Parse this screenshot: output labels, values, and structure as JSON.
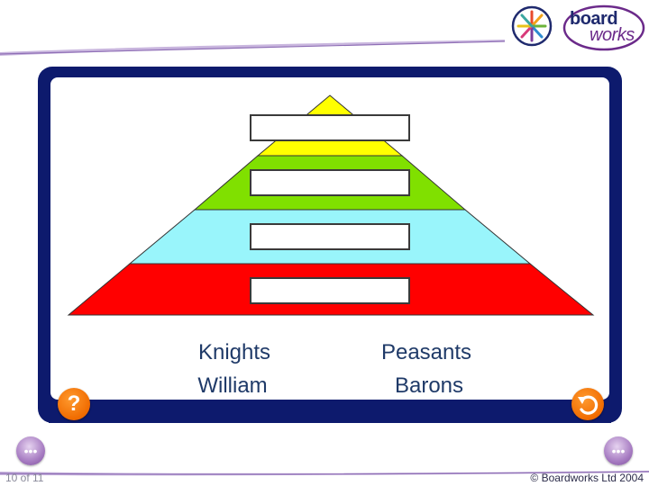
{
  "header": {
    "logo_text_1": "board",
    "logo_text_2": "works"
  },
  "activity": {
    "pyramid_levels": [
      {
        "level": "top",
        "color": "#ffff00"
      },
      {
        "level": "second",
        "color": "#80e000"
      },
      {
        "level": "third",
        "color": "#99f5fb"
      },
      {
        "level": "bottom",
        "color": "#ff0000"
      }
    ],
    "answer_boxes": [
      "",
      "",
      "",
      ""
    ],
    "words": {
      "knights": "Knights",
      "peasants": "Peasants",
      "william": "William",
      "barons": "Barons"
    }
  },
  "controls": {
    "help_label": "?",
    "reset_icon": "undo-icon",
    "prev_icon": "prev-arrow-icon",
    "next_icon": "next-arrow-icon"
  },
  "footer": {
    "page_count": "10 of 11",
    "copyright": "© Boardworks Ltd 2004"
  },
  "colors": {
    "frame": "#0d1a6d",
    "accent_orange": "#f06b00",
    "nav_purple": "#a77cc2"
  }
}
